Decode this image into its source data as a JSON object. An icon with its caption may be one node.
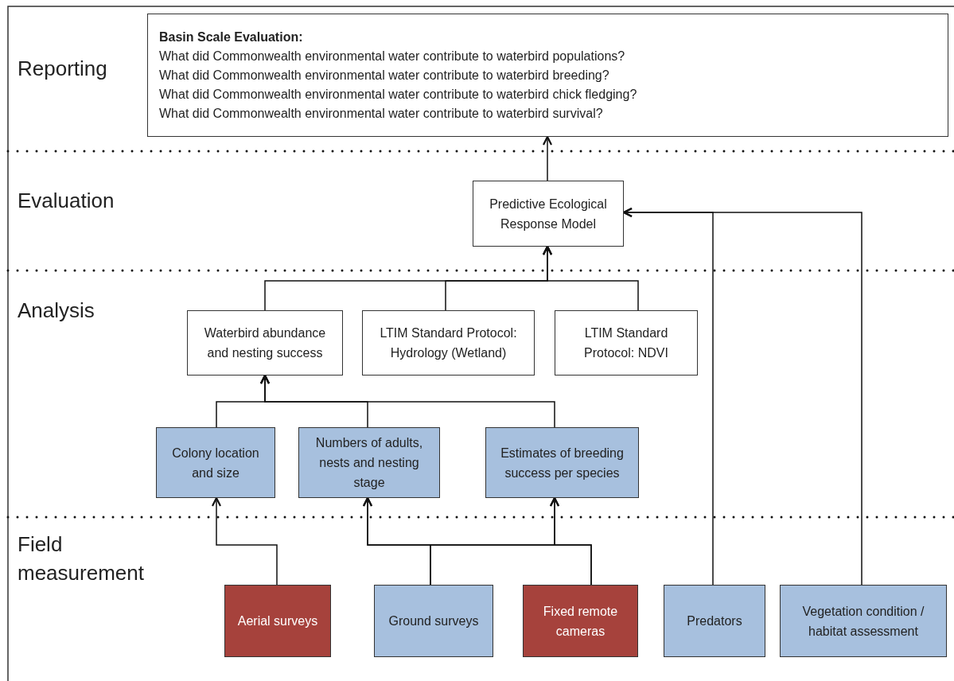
{
  "diagram": {
    "nodes": [
      {
        "text": [
          "Basin Scale Evaluation:",
          "What did Commonwealth environmental water contribute to waterbird populations?",
          "What did Commonwealth environmental water contribute to waterbird breeding?",
          "What did Commonwealth environmental water contribute to waterbird chick fledging?",
          "What did Commonwealth environmental water contribute to waterbird survival?"
        ]
      },
      {
        "text": [
          "Predictive Ecological Response Model"
        ]
      },
      {
        "text": [
          "Waterbird abundance and nesting success"
        ]
      },
      {
        "text": [
          "LTIM Standard Protocol: Hydrology (Wetland)"
        ]
      },
      {
        "text": [
          "LTIM Standard Protocol: NDVI"
        ]
      },
      {
        "text": [
          "Colony location and size"
        ]
      },
      {
        "text": [
          "Numbers of adults, nests and nesting stage"
        ]
      },
      {
        "text": [
          "Estimates of breeding success per species"
        ]
      },
      {
        "text": [
          "Aerial surveys"
        ]
      },
      {
        "text": [
          "Ground surveys"
        ]
      },
      {
        "text": [
          "Fixed remote cameras"
        ]
      },
      {
        "text": [
          "Predators"
        ]
      },
      {
        "text": [
          "Vegetation condition / habitat assessment"
        ]
      }
    ],
    "edges": [
      {
        "from": 1,
        "to": 0,
        "arrow": "to"
      },
      {
        "from": 2,
        "to": 1,
        "arrow": "to"
      },
      {
        "from": 3,
        "to": 1,
        "arrow": "to"
      },
      {
        "from": 4,
        "to": 1,
        "arrow": "to"
      },
      {
        "from": 5,
        "to": 2,
        "arrow": "to"
      },
      {
        "from": 6,
        "to": 2,
        "arrow": "to"
      },
      {
        "from": 7,
        "to": 2,
        "arrow": "to"
      },
      {
        "from": 8,
        "to": 5,
        "arrow": "to"
      },
      {
        "from": 9,
        "to": 6,
        "arrow": "to"
      },
      {
        "from": 9,
        "to": 7,
        "arrow": "to"
      },
      {
        "from": 10,
        "to": 6,
        "arrow": "to"
      },
      {
        "from": 10,
        "to": 7,
        "arrow": "to"
      },
      {
        "from": 11,
        "to": 1,
        "arrow": "to"
      },
      {
        "from": 12,
        "to": 1,
        "arrow": "to"
      }
    ],
    "labels": [
      "Reporting",
      "Evaluation",
      "Analysis",
      "Field measurement"
    ]
  }
}
